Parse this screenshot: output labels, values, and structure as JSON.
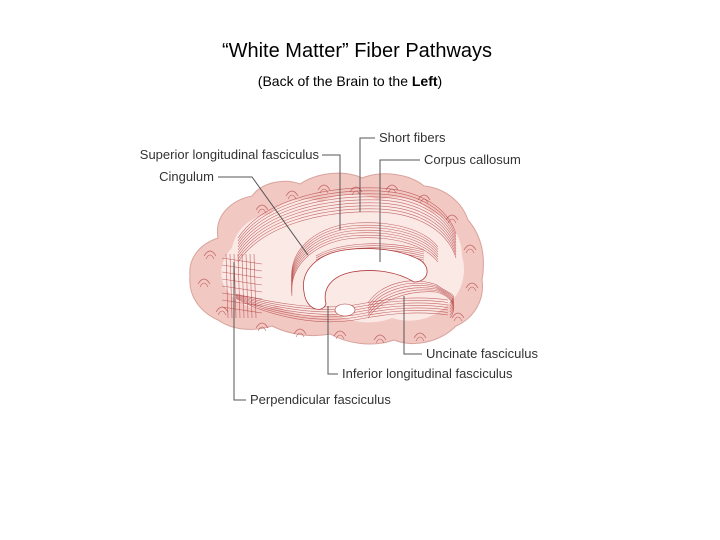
{
  "slide": {
    "title": "“White Matter” Fiber Pathways",
    "subtitle_prefix": "(Back of the Brain to the ",
    "subtitle_bold": "Left",
    "subtitle_suffix": ")"
  },
  "diagram": {
    "labels": {
      "short_fibers": "Short fibers",
      "corpus_callosum": "Corpus callosum",
      "superior_longitudinal": "Superior longitudinal fasciculus",
      "cingulum": "Cingulum",
      "uncinate": "Uncinate fasciculus",
      "inferior_longitudinal": "Inferior longitudinal fasciculus",
      "perpendicular": "Perpendicular fasciculus"
    },
    "colors": {
      "cortex": "#f2c8c3",
      "white_matter": "#fbe9e6",
      "fiber": "#b03a3a",
      "ventricle": "#ffffff"
    }
  }
}
